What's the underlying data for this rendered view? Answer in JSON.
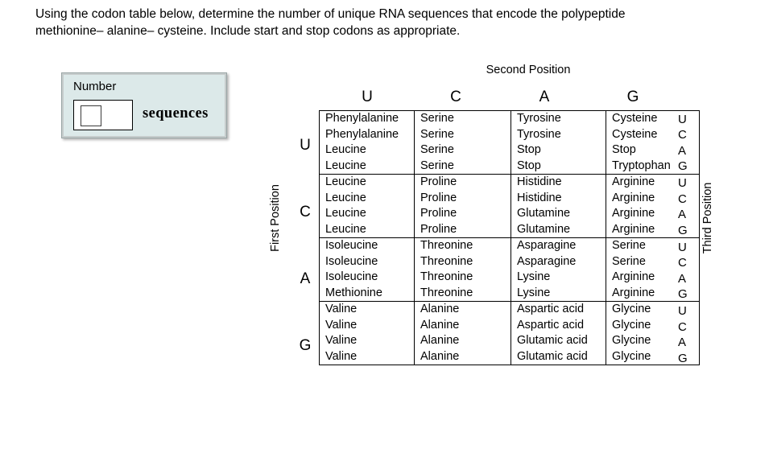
{
  "question": {
    "text": "Using the codon table below, determine the number of unique RNA sequences that encode the polypeptide methionine– alanine– cysteine. Include start and stop codons as appropriate."
  },
  "answer_box": {
    "label": "Number",
    "unit_label": "sequences",
    "input_value": "",
    "input_placeholder": "",
    "background_color": "#dce9e9",
    "border_color": "#9aa6a6"
  },
  "codon_table": {
    "second_position_label": "Second Position",
    "first_position_label": "First Position",
    "third_position_label": "Third Position",
    "column_headers": [
      "U",
      "C",
      "A",
      "G"
    ],
    "row_headers": [
      "U",
      "C",
      "A",
      "G"
    ],
    "third_position_letters": [
      "U",
      "C",
      "A",
      "G"
    ],
    "blocks": [
      {
        "first_position": "U",
        "rows": [
          {
            "third_position": "U",
            "cells": [
              "Phenylalanine",
              "Serine",
              "Tyrosine",
              "Cysteine"
            ]
          },
          {
            "third_position": "C",
            "cells": [
              "Phenylalanine",
              "Serine",
              "Tyrosine",
              "Cysteine"
            ]
          },
          {
            "third_position": "A",
            "cells": [
              "Leucine",
              "Serine",
              "Stop",
              "Stop"
            ]
          },
          {
            "third_position": "G",
            "cells": [
              "Leucine",
              "Serine",
              "Stop",
              "Tryptophan"
            ]
          }
        ]
      },
      {
        "first_position": "C",
        "rows": [
          {
            "third_position": "U",
            "cells": [
              "Leucine",
              "Proline",
              "Histidine",
              "Arginine"
            ]
          },
          {
            "third_position": "C",
            "cells": [
              "Leucine",
              "Proline",
              "Histidine",
              "Arginine"
            ]
          },
          {
            "third_position": "A",
            "cells": [
              "Leucine",
              "Proline",
              "Glutamine",
              "Arginine"
            ]
          },
          {
            "third_position": "G",
            "cells": [
              "Leucine",
              "Proline",
              "Glutamine",
              "Arginine"
            ]
          }
        ]
      },
      {
        "first_position": "A",
        "rows": [
          {
            "third_position": "U",
            "cells": [
              "Isoleucine",
              "Threonine",
              "Asparagine",
              "Serine"
            ]
          },
          {
            "third_position": "C",
            "cells": [
              "Isoleucine",
              "Threonine",
              "Asparagine",
              "Serine"
            ]
          },
          {
            "third_position": "A",
            "cells": [
              "Isoleucine",
              "Threonine",
              "Lysine",
              "Arginine"
            ]
          },
          {
            "third_position": "G",
            "cells": [
              "Methionine",
              "Threonine",
              "Lysine",
              "Arginine"
            ]
          }
        ]
      },
      {
        "first_position": "G",
        "rows": [
          {
            "third_position": "U",
            "cells": [
              "Valine",
              "Alanine",
              "Aspartic acid",
              "Glycine"
            ]
          },
          {
            "third_position": "C",
            "cells": [
              "Valine",
              "Alanine",
              "Aspartic acid",
              "Glycine"
            ]
          },
          {
            "third_position": "A",
            "cells": [
              "Valine",
              "Alanine",
              "Glutamic acid",
              "Glycine"
            ]
          },
          {
            "third_position": "G",
            "cells": [
              "Valine",
              "Alanine",
              "Glutamic acid",
              "Glycine"
            ]
          }
        ]
      }
    ]
  }
}
